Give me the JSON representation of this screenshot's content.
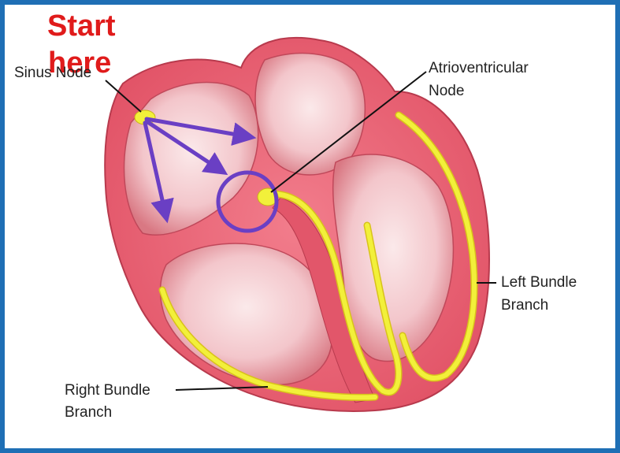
{
  "annotation": {
    "start_line1": "Start",
    "start_line2": "here"
  },
  "labels": {
    "sinus_node": "Sinus Node",
    "av_node_line1": "Atrioventricular",
    "av_node_line2": "Node",
    "left_bundle_line1": "Left Bundle",
    "left_bundle_line2": "Branch",
    "right_bundle_line1": "Right Bundle",
    "right_bundle_line2": "Branch"
  },
  "colors": {
    "border": "#1f6fb5",
    "heart_wall": "#e85a6e",
    "conduction_path": "#f2f03a",
    "arrows": "#6a3fc4",
    "start_text": "#e01b1b"
  }
}
